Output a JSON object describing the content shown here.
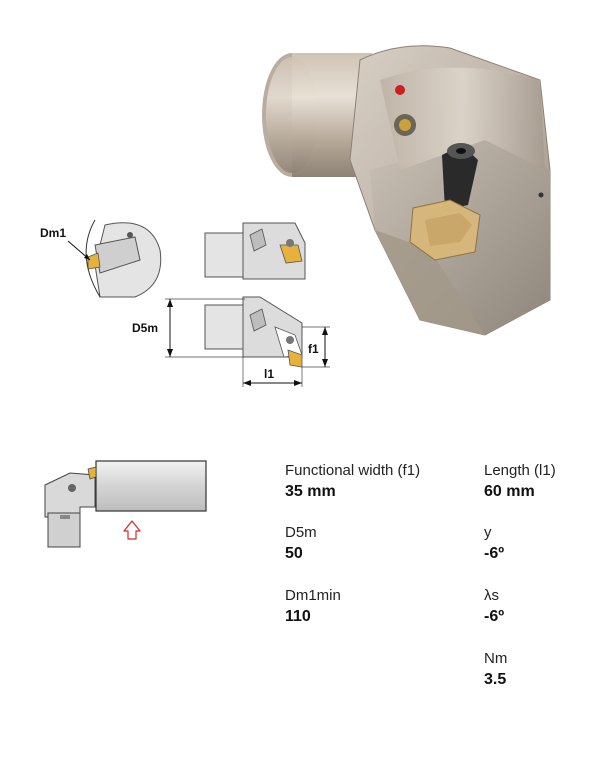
{
  "product_render": {
    "description_name": "boring-tool-head-with-insert"
  },
  "drawing": {
    "labels": {
      "dm1": "Dm1",
      "d5m": "D5m",
      "f1": "f1",
      "l1": "l1"
    }
  },
  "operation_icon": {
    "arrow_color": "#d12b2b"
  },
  "specs": [
    {
      "label": "Functional width (f1)",
      "value": "35 mm"
    },
    {
      "label": "Length (l1)",
      "value": "60 mm"
    },
    {
      "label": "D5m",
      "value": "50"
    },
    {
      "label": "y",
      "value": "-6º"
    },
    {
      "label": "Dm1min",
      "value": "110"
    },
    {
      "label": "λs",
      "value": "-6º"
    },
    {
      "label": "Nm",
      "value": "3.5"
    }
  ]
}
